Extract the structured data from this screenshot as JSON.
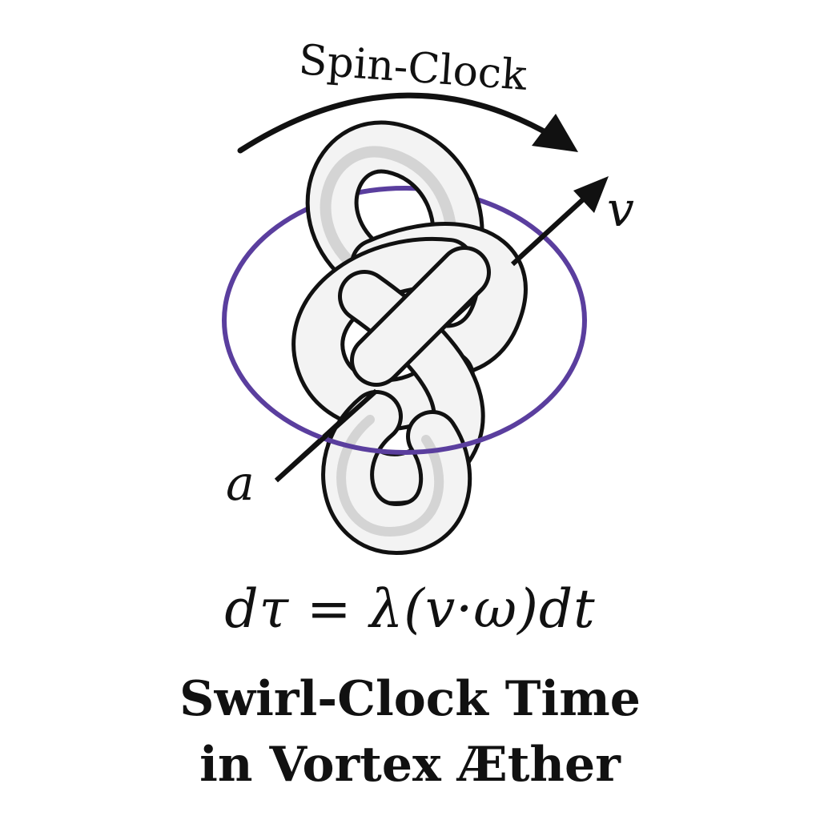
{
  "diagram": {
    "arc_label": "Spin-Clock",
    "velocity_label": "v",
    "axis_label": "a",
    "formula": "dτ = λ(v·ω)dt",
    "title_line_1": "Swirl-Clock Time",
    "title_line_2": "in Vortex Æther",
    "colors": {
      "ring": "#5a3e9e",
      "knot_fill": "#f3f3f3",
      "knot_shade": "#c8c8c8",
      "outline": "#111111"
    },
    "icons": {
      "knot": "trefoil-knot-icon",
      "ring": "ellipse-orbit-icon",
      "spin_arrow": "curved-arrow-icon",
      "velocity_arrow": "straight-arrow-icon"
    }
  }
}
